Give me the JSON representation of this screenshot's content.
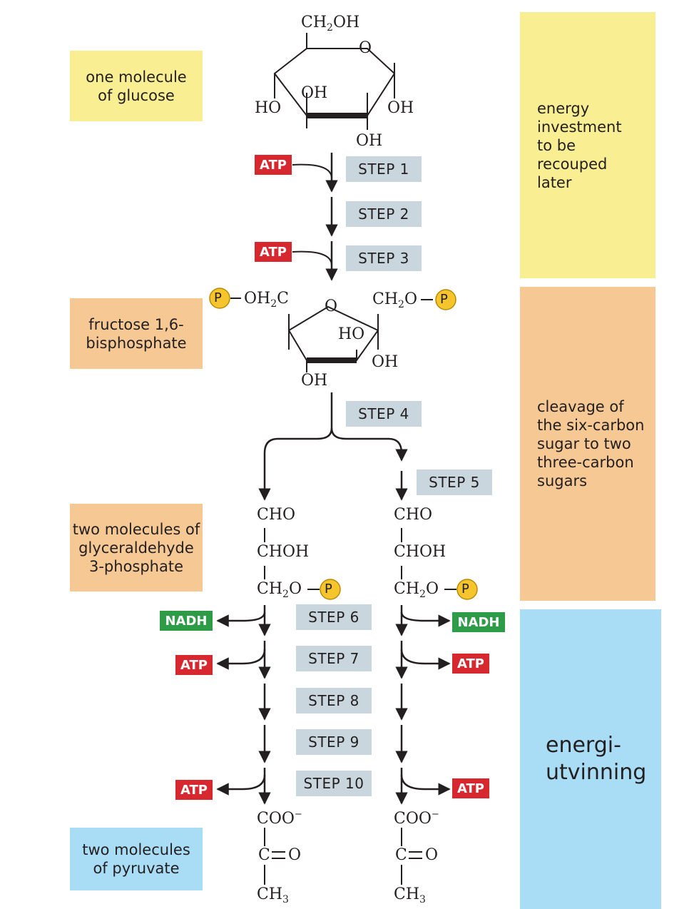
{
  "left_labels": {
    "glucose": "one molecule\nof glucose",
    "fructose": "fructose 1,6-\nbisphosphate",
    "g3p": "two molecules of\nglyceraldehyde\n3-phosphate",
    "pyruvate": "two molecules\nof pyruvate"
  },
  "right_labels": {
    "investment": "energy\ninvestment\nto be\nrecouped\nlater",
    "cleavage": "cleavage of\nthe six-carbon\nsugar to two\nthree-carbon\nsugars",
    "payoff": "energi-\nutvinning"
  },
  "steps": [
    "STEP 1",
    "STEP 2",
    "STEP 3",
    "STEP 4",
    "STEP 5",
    "STEP 6",
    "STEP 7",
    "STEP 8",
    "STEP 9",
    "STEP 10"
  ],
  "tags": {
    "atp": "ATP",
    "nadh": "NADH",
    "phosphate": "P"
  },
  "glucose": {
    "ch2oh": "CH",
    "oh": "OH",
    "ho": "HO",
    "ring_o": "O"
  },
  "fructose": {
    "oh2c": "OH",
    "ch2o": "CH",
    "ho": "HO",
    "oh": "OH",
    "ring_o": "O"
  },
  "g3p": {
    "cho": "CHO",
    "choh": "CHOH",
    "ch2o": "CH"
  },
  "pyruvate": {
    "coo": "COO",
    "co": "C",
    "o": "O",
    "ch3": "CH"
  },
  "colors": {
    "yellow": "#f9ee92",
    "orange": "#f6c894",
    "blue": "#a9dcf5",
    "step": "#c9d6de",
    "atp": "#d7282f",
    "nadh": "#2e9b47"
  }
}
